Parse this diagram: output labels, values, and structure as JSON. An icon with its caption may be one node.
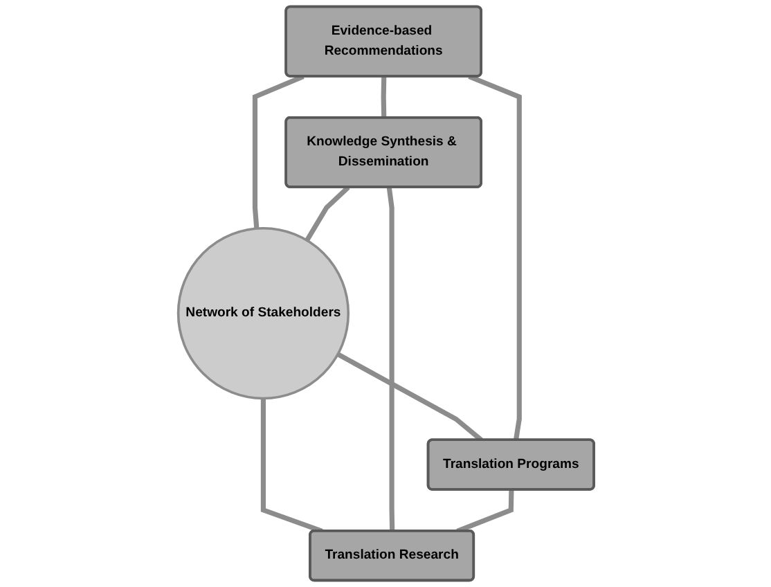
{
  "diagram": {
    "nodes": [
      {
        "text": [
          "Evidence-based Recommendations"
        ]
      },
      {
        "text": [
          "Knowledge Synthesis & Dissemination"
        ]
      },
      {
        "text": [
          "Network of Stakeholders"
        ]
      },
      {
        "text": [
          "Translation Programs"
        ]
      },
      {
        "text": [
          "Translation Research"
        ]
      }
    ],
    "edges": [
      {
        "from": 0,
        "to": 2,
        "arrow": "none"
      },
      {
        "from": 1,
        "to": 2,
        "arrow": "none"
      },
      {
        "from": 2,
        "to": 3,
        "arrow": "none"
      },
      {
        "from": 2,
        "to": 4,
        "arrow": "none"
      },
      {
        "from": 0,
        "to": 1,
        "arrow": "none"
      },
      {
        "from": 0,
        "to": 3,
        "arrow": "none"
      },
      {
        "from": 1,
        "to": 4,
        "arrow": "none"
      },
      {
        "from": 3,
        "to": 4,
        "arrow": "none"
      }
    ]
  }
}
